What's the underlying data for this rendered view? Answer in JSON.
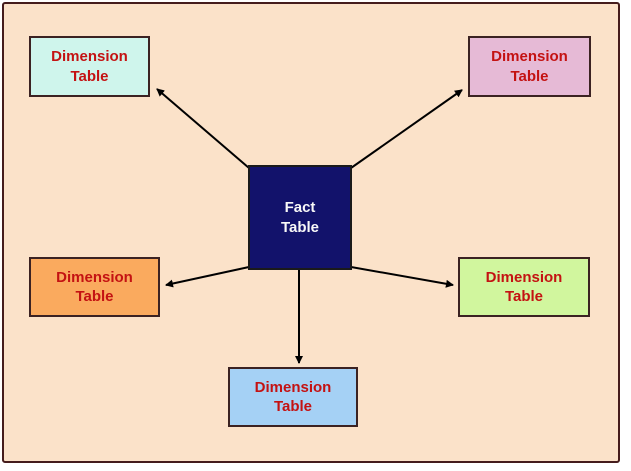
{
  "diagram": {
    "title": "star-schema-diagram",
    "canvas": {
      "background_color": "#FBE2C9",
      "border_color": "#451C1C"
    },
    "text_colors": {
      "dimension_label": "#C41212",
      "fact_label": "#F8F8F8"
    },
    "arrow_color": "#000000",
    "nodes": {
      "fact": {
        "label": "Fact\nTable",
        "fill": "#12126B"
      },
      "dim_top_left": {
        "label": "Dimension\nTable",
        "fill": "#CFF5EC"
      },
      "dim_top_right": {
        "label": "Dimension\nTable",
        "fill": "#E6BAD6"
      },
      "dim_left": {
        "label": "Dimension\nTable",
        "fill": "#FAAA5E"
      },
      "dim_right": {
        "label": "Dimension\nTable",
        "fill": "#D1F69E"
      },
      "dim_bottom": {
        "label": "Dimension\nTable",
        "fill": "#A5D1F5"
      }
    }
  }
}
